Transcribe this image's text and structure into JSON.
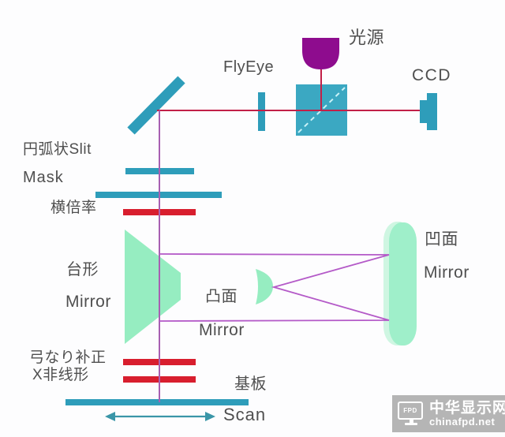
{
  "colors": {
    "teal": "#2E9DBA",
    "cube_teal": "#3BA8C2",
    "red": "#D81E2E",
    "mint": "#96EDC1",
    "mint_mid": "#9FEFCA",
    "mint_light": "#CFF6E2",
    "lamp_purple": "#8E0C8E",
    "beam_line": "#C22048",
    "axis_line": "#A85FB2",
    "ray_line": "#B45AC8",
    "text": "#4F4F4F",
    "watermark_bg": "#B5B5B5",
    "watermark_fg": "#FFFFFF"
  },
  "labels": {
    "light_source": "光源",
    "flyeye": "FlyEye",
    "ccd": "CCD",
    "slit": "円弧状Slit",
    "mask": "Mask",
    "magnification": "横倍率",
    "trapezoid_cn": "台形",
    "trapezoid_en": "Mirror",
    "convex_cn": "凸面",
    "convex_en": "Mirror",
    "concave_cn": "凹面",
    "concave_en": "Mirror",
    "bow_correction": "弓なり补正",
    "x_nonlinear": "X非线形",
    "substrate": "基板",
    "scan": "Scan"
  },
  "watermark": {
    "logo": "FPD",
    "site_name": "中华显示网",
    "site_url": "chinafpd.net"
  }
}
